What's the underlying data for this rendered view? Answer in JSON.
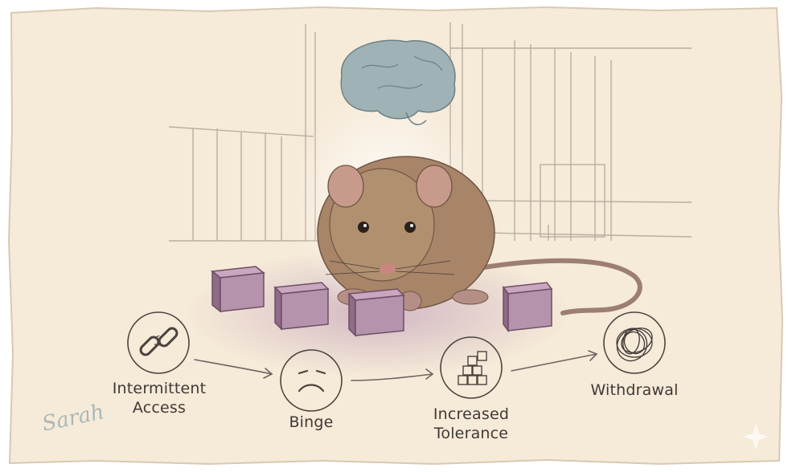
{
  "diagram": {
    "steps": [
      {
        "line1": "Intermittent",
        "line2": "Access",
        "icon": "broken-chain-icon"
      },
      {
        "line1": "Binge",
        "line2": "",
        "icon": "sad-face-icon"
      },
      {
        "line1": "Increased",
        "line2": "Tolerance",
        "icon": "stacked-cubes-icon"
      },
      {
        "line1": "Withdrawal",
        "line2": "",
        "icon": "tangled-scribble-icon"
      }
    ],
    "signature": "Sarah"
  },
  "colors": {
    "paper": "#f6ead8",
    "ink": "#3f3a36",
    "rat_fur": "#a88468",
    "cube": "#b593ad",
    "brain": "#9fb3b6"
  }
}
